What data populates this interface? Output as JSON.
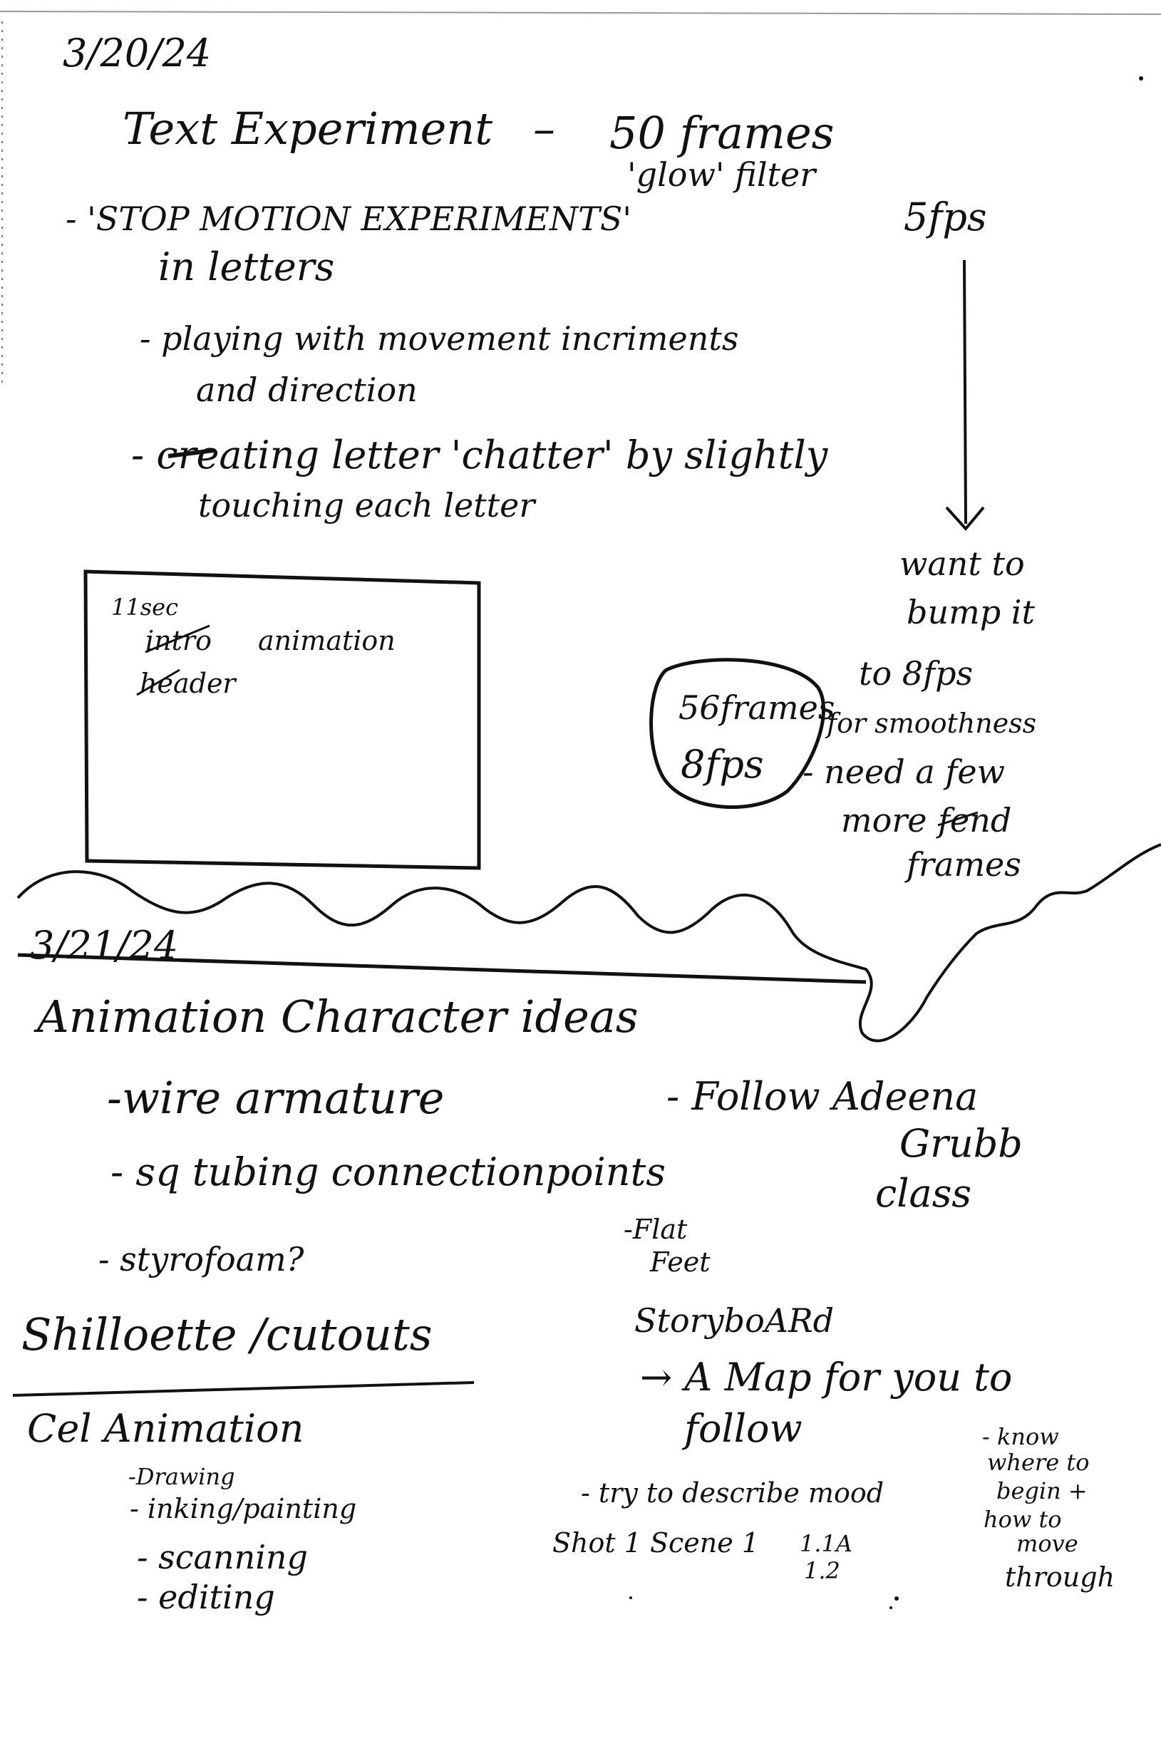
{
  "notes_3_20": {
    "date": "3/20/24",
    "title": "Text Experiment",
    "dash": "–",
    "frames": "50 frames",
    "filter": "'glow' filter",
    "fps": "5fps",
    "bullet1_line1": "- 'STOP MOTION EXPERIMENTS'",
    "bullet1_line2": "in letters",
    "bullet2_line1": "- playing with movement incriments",
    "bullet2_line2": "and direction",
    "bullet3_line1": "- creating letter 'chatter' by slightly",
    "bullet3_line2": "touching each letter",
    "box_duration": "11sec",
    "box_line1_struck": "intro",
    "box_line1_rest": "animation",
    "box_line2_struck": "header",
    "want_line1": "want to",
    "want_line2": "bump it",
    "want_line3": "to 8fps",
    "want_line4": "for smoothness",
    "circle_line1": "56frames",
    "circle_line2": "8fps",
    "need_line1": "- need a few",
    "need_line2": "more",
    "need_struck": "fend",
    "need_line3": "frames"
  },
  "notes_3_21": {
    "date": "3/21/24",
    "title": "Animation Character ideas",
    "item1": "-wire armature",
    "item2": "- sq tubing connectionpoints",
    "item3": "- styrofoam?",
    "follow_line1": "- Follow Adeena",
    "follow_line2": "Grubb",
    "follow_line3": "class",
    "flat_line1": "-Flat",
    "flat_line2": "Feet",
    "silhouette": "Shilloette /cutouts",
    "cel_title": "Cel Animation",
    "cel_item1": "-Drawing",
    "cel_item2": "- inking/painting",
    "cel_item3": "- scanning",
    "cel_item4": "- editing",
    "storyboard": "StoryboARd",
    "map_line1": "→ A Map for you to",
    "map_line2": "follow",
    "mood": "- try to describe mood",
    "shot": "Shot 1 Scene 1",
    "shot_num1": "1.1A",
    "shot_num2": "1.2",
    "know_line1": "- know",
    "know_line2": "where to",
    "know_line3": "begin +",
    "know_line4": "how to",
    "know_line5": "move",
    "know_line6": "through"
  }
}
